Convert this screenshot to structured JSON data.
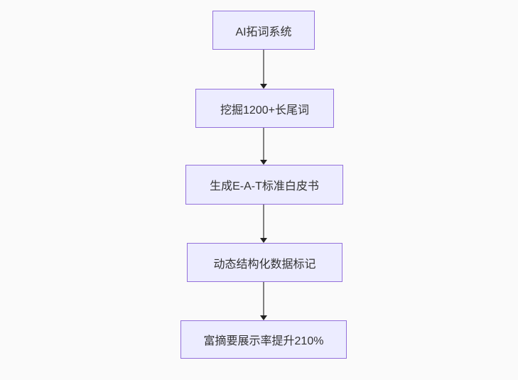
{
  "diagram": {
    "type": "flowchart",
    "direction": "top-down",
    "nodes": [
      {
        "id": "node-1",
        "label": "AI拓词系统"
      },
      {
        "id": "node-2",
        "label": "挖掘1200+长尾词"
      },
      {
        "id": "node-3",
        "label": "生成E-A-T标准白皮书"
      },
      {
        "id": "node-4",
        "label": "动态结构化数据标记"
      },
      {
        "id": "node-5",
        "label": "富摘要展示率提升210%"
      }
    ],
    "edges": [
      {
        "from": "node-1",
        "to": "node-2",
        "style": "arrow-down"
      },
      {
        "from": "node-2",
        "to": "node-3",
        "style": "arrow-down"
      },
      {
        "from": "node-3",
        "to": "node-4",
        "style": "arrow-down"
      },
      {
        "from": "node-4",
        "to": "node-5",
        "style": "arrow-down"
      }
    ],
    "colors": {
      "node_fill": "#ECECFF",
      "node_border": "#9370DB",
      "node_text": "#333333",
      "edge_line": "#808080",
      "arrowhead": "#222222",
      "background": "#fafafa"
    }
  }
}
